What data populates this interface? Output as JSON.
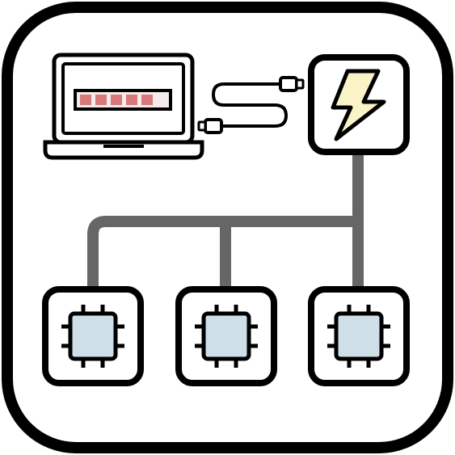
{
  "diagram": {
    "nodes": [
      {
        "id": "laptop",
        "kind": "laptop",
        "icon": "laptop-icon",
        "progress_segments": 5
      },
      {
        "id": "power",
        "kind": "power-source",
        "icon": "lightning-bolt-icon"
      },
      {
        "id": "chip-1",
        "kind": "chip",
        "icon": "chip-icon"
      },
      {
        "id": "chip-2",
        "kind": "chip",
        "icon": "chip-icon"
      },
      {
        "id": "chip-3",
        "kind": "chip",
        "icon": "chip-icon"
      }
    ],
    "connections": [
      {
        "from": "laptop",
        "to": "power",
        "kind": "usb-cable"
      },
      {
        "from": "power",
        "to": "chip-1",
        "kind": "bus"
      },
      {
        "from": "power",
        "to": "chip-2",
        "kind": "bus"
      },
      {
        "from": "power",
        "to": "chip-3",
        "kind": "bus"
      }
    ]
  },
  "colors": {
    "frame": "#000000",
    "background": "#ffffff",
    "bus": "#666666",
    "chip_fill": "#cfdfe8",
    "bolt_fill": "#fbf3c8",
    "progress_fill": "#d87878",
    "screen_bar": "#f4ecec"
  }
}
